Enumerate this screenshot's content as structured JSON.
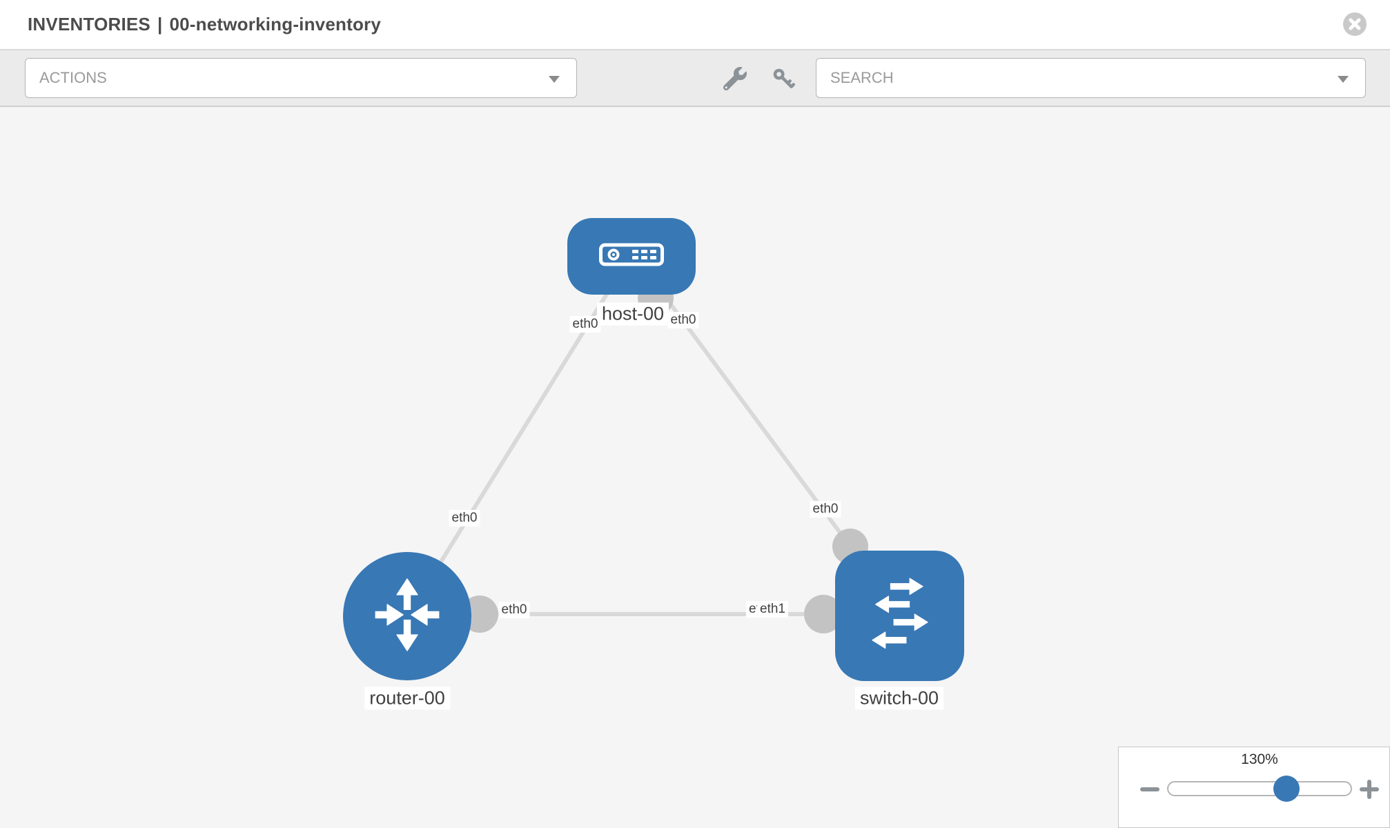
{
  "header": {
    "section": "INVENTORIES",
    "separator": "|",
    "inventory_name": "00-networking-inventory"
  },
  "toolbar": {
    "actions_label": "ACTIONS",
    "search_label": "SEARCH",
    "icon_names": [
      "wrench-icon",
      "key-icon"
    ]
  },
  "topology": {
    "nodes": [
      {
        "id": "host-00",
        "label": "host-00",
        "type": "host",
        "shape": "rounded-rect"
      },
      {
        "id": "router-00",
        "label": "router-00",
        "type": "router",
        "shape": "circle"
      },
      {
        "id": "switch-00",
        "label": "switch-00",
        "type": "switch",
        "shape": "rounded-square"
      }
    ],
    "links": [
      {
        "from": "router-00",
        "to": "host-00",
        "from_interface": "eth0",
        "to_interface": "eth0"
      },
      {
        "from": "host-00",
        "to": "switch-00",
        "from_interface": "eth0",
        "to_interface": "eth0"
      },
      {
        "from": "router-00",
        "to": "switch-00",
        "from_interface": "eth0",
        "to_interface": "eth1",
        "to_interface_overlap": "eth0"
      }
    ],
    "colors": {
      "node_fill": "#3878b5",
      "link": "#d9d9d9",
      "port": "#c3c3c3",
      "label_text": "#404040",
      "label_bg": "#ffffff"
    }
  },
  "zoom_control": {
    "value_label": "130%",
    "percent": 130,
    "thumb_color": "#3878b5"
  }
}
